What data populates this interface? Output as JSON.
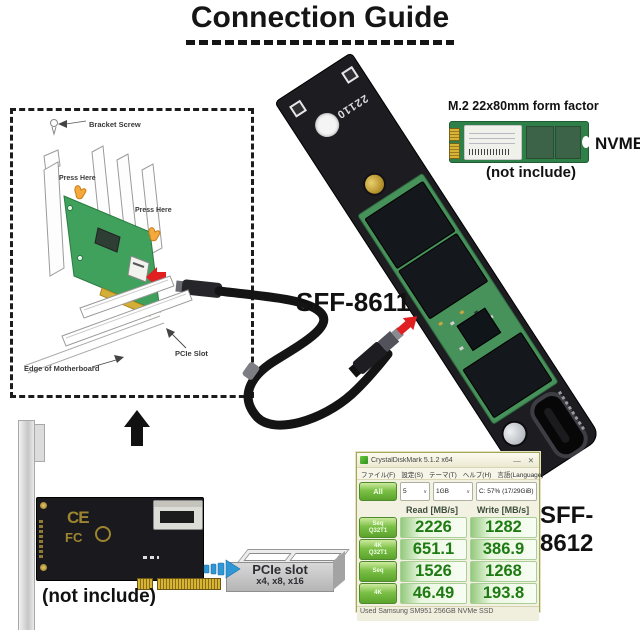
{
  "title": {
    "text": "Connection Guide"
  },
  "install_diagram": {
    "bracket_screw_label": "Bracket Screw",
    "press_here_top": "Press Here",
    "press_here_right": "Press Here",
    "pcie_slot_label": "PCIe Slot",
    "edge_of_motherboard_label": "Edge of Motherboard"
  },
  "connectors": {
    "host_side": "SFF-8611",
    "device_side": "SFF-8612"
  },
  "adapter_board": {
    "size_marking": "22110",
    "fcc_mark": "FC",
    "ce_mark": "CE"
  },
  "nvme_ssd": {
    "form_factor": "M.2 22x80mm form factor",
    "interface": "NVME",
    "note": "(not include)"
  },
  "pcie_card": {
    "note": "(not include)",
    "ce_mark": "CE",
    "fcc_mark": "FC"
  },
  "pcie_slot_callout": {
    "name": "PCIe slot",
    "sizes": "x4, x8, x16"
  },
  "benchmark": {
    "window_title": "CrystalDiskMark 5.1.2 x64",
    "minimize_glyph": "—",
    "close_glyph": "✕",
    "menu": [
      "ファイル(F)",
      "設定(S)",
      "テーマ(T)",
      "ヘルプ(H)",
      "言語(Language)"
    ],
    "all_button": "All",
    "run_count": "5",
    "test_size": "1GB",
    "target_drive": "C: 57% (17/29GiB)",
    "dropdown_chevron": "∨",
    "read_header": "Read [MB/s]",
    "write_header": "Write [MB/s]",
    "rows": [
      {
        "label": "Seq\nQ32T1",
        "read": "2226",
        "write": "1282"
      },
      {
        "label": "4K\nQ32T1",
        "read": "651.1",
        "write": "386.9"
      },
      {
        "label": "Seq",
        "read": "1526",
        "write": "1268"
      },
      {
        "label": "4K",
        "read": "46.49",
        "write": "193.8"
      }
    ],
    "status_text": "Used Samsung SM951 256GB NVMe SSD"
  },
  "colors": {
    "accent_red": "#e02020",
    "diagram_card_green": "#3fa15c",
    "board_black": "#1d1d21",
    "gold": "#d4af37",
    "arrow_blue": "#2f97d4",
    "benchmark_button_green": "#5aa32c",
    "benchmark_value_green": "#1e7a12"
  }
}
